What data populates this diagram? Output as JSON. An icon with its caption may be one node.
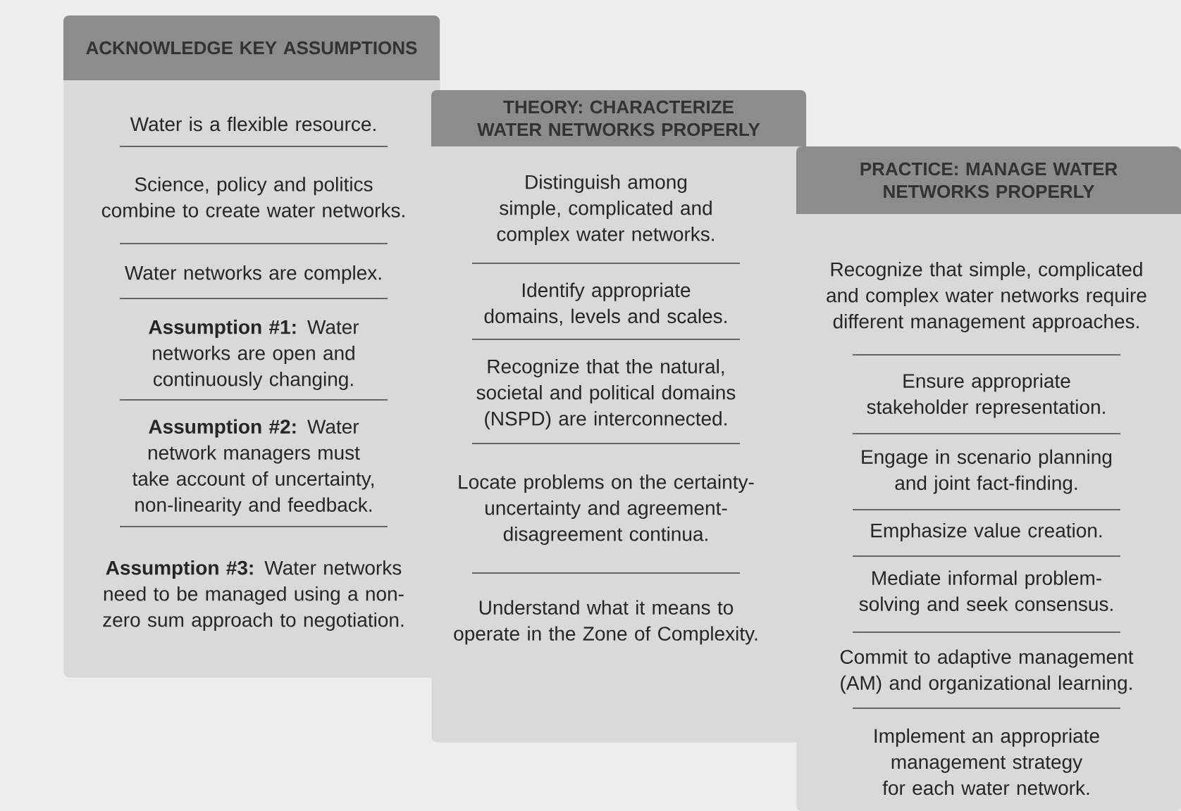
{
  "diagram": {
    "nodes": [
      {
        "text": [
          "ACKNOWLEDGE KEY ASSUMPTIONS",
          "Water is a flexible resource.",
          "Science, policy and politics combine to create water networks.",
          "Water networks are complex.",
          "**Assumption #1:** Water networks are open and continuously changing.",
          "**Assumption #2:** Water network managers must take account of uncertainty, non-linearity and feedback.",
          "**Assumption #3:** Water networks need to be managed using a non-zero sum approach to negotiation."
        ]
      },
      {
        "text": [
          "THEORY: CHARACTERIZE WATER NETWORKS PROPERLY",
          "Distinguish among simple, complicated and complex water networks.",
          "Identify appropriate domains, levels and scales.",
          "Recognize that the natural, societal and political domains (NSPD) are interconnected.",
          "Locate problems on the certainty-uncertainty and agreement-disagreement continua.",
          "Understand what it means to operate in the Zone of Complexity."
        ]
      },
      {
        "text": [
          "PRACTICE: MANAGE WATER NETWORKS PROPERLY",
          "Recognize that simple, complicated and complex water networks require different management approaches.",
          "Ensure appropriate stakeholder representation.",
          "Engage in scenario planning and joint fact-finding.",
          "Emphasize value creation.",
          "Mediate informal problem-solving and seek consensus.",
          "Commit to adaptive management (AM) and organizational learning.",
          "Implement an appropriate management strategy for each water network."
        ]
      }
    ]
  }
}
